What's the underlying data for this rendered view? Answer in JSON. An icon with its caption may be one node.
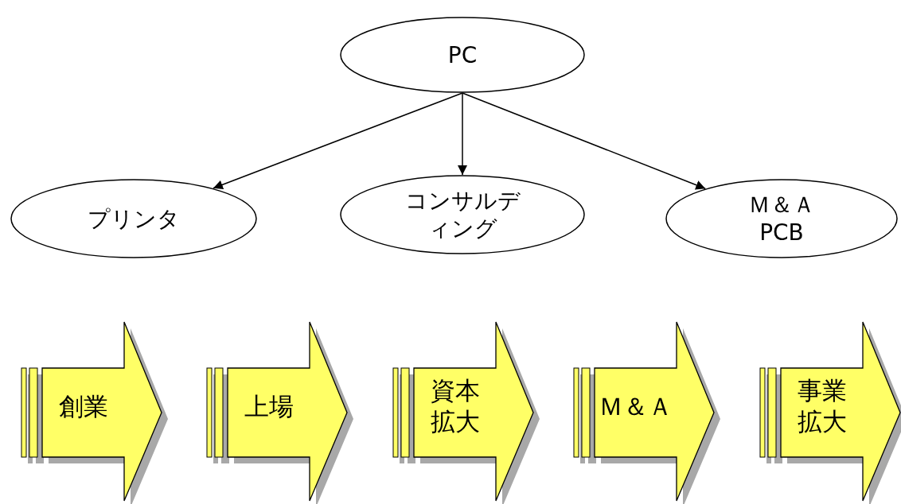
{
  "diagram": {
    "nodes": [
      {
        "text": [
          "PC"
        ]
      },
      {
        "text": [
          "プリンタ"
        ]
      },
      {
        "text": [
          "コンサルディング"
        ]
      },
      {
        "text": [
          "Ｍ＆Ａ PCB"
        ]
      },
      {
        "text": [
          "創業"
        ]
      },
      {
        "text": [
          "上場"
        ]
      },
      {
        "text": [
          "資本拡大"
        ]
      },
      {
        "text": [
          "Ｍ＆Ａ"
        ]
      },
      {
        "text": [
          "事業拡大"
        ]
      }
    ],
    "edges": [
      {
        "from": 0,
        "to": 1,
        "arrow": "to"
      },
      {
        "from": 0,
        "to": 2,
        "arrow": "to"
      },
      {
        "from": 0,
        "to": 3,
        "arrow": "to"
      }
    ]
  }
}
